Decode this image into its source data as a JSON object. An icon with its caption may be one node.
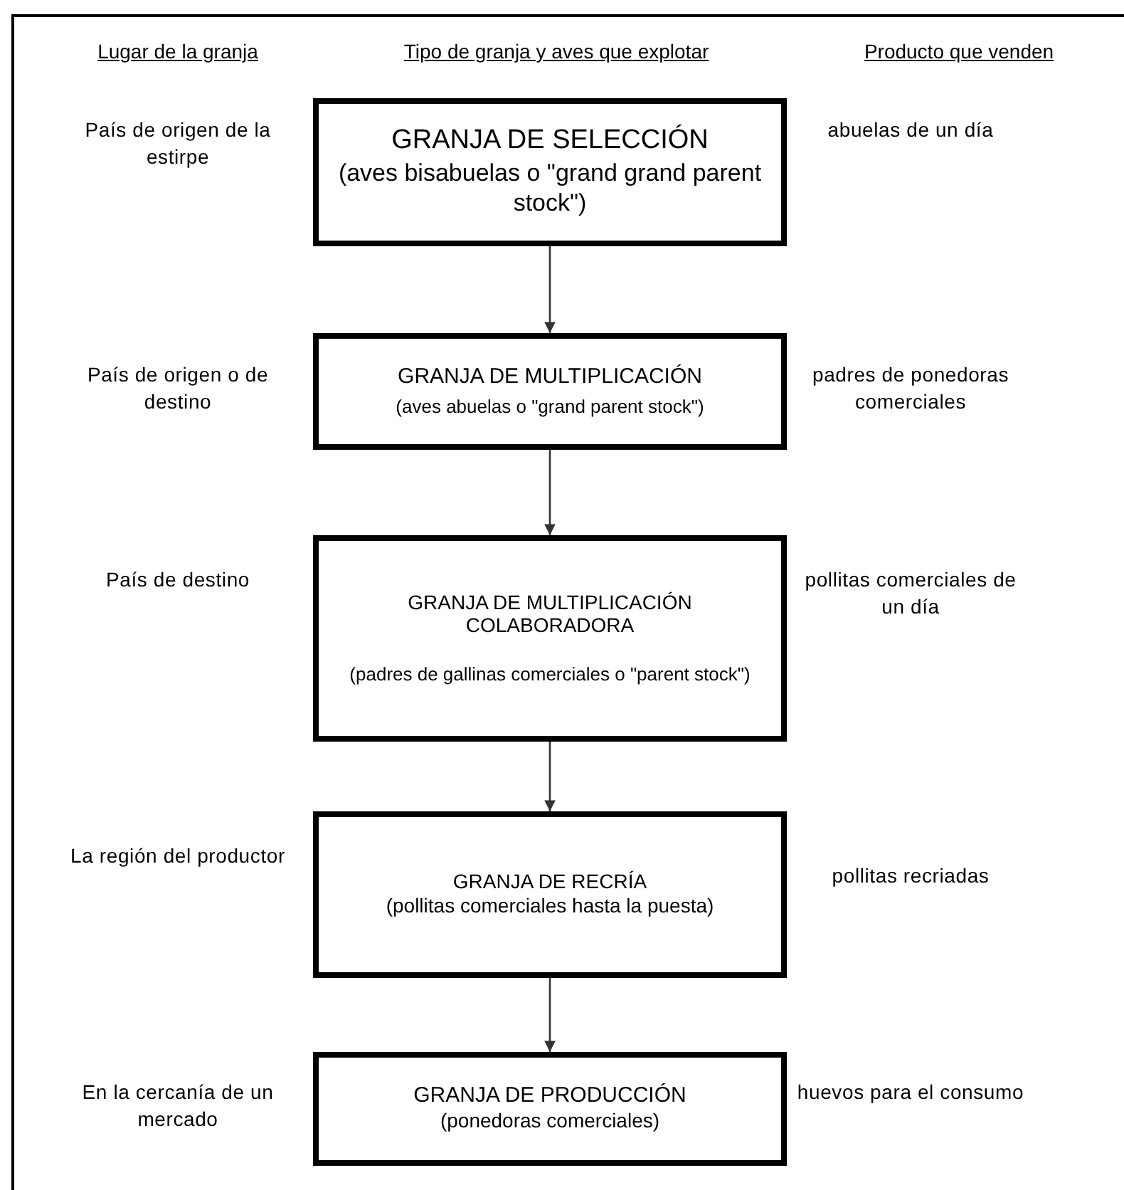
{
  "diagram": {
    "nodes": [
      {
        "text": [
          "GRANJA DE SELECCIÓN",
          "(aves bisabuelas o \"grand grand parent stock\")"
        ],
        "beside": [
          "País de origen de la estirpe",
          "abuelas de un día"
        ]
      },
      {
        "text": [
          "GRANJA DE MULTIPLICACIÓN",
          "(aves abuelas o \"grand parent stock\")"
        ],
        "beside": [
          "País de origen o de destino",
          "padres de ponedoras comerciales"
        ]
      },
      {
        "text": [
          "GRANJA DE MULTIPLICACIÓN COLABORADORA",
          "(padres de gallinas comerciales o \"parent stock\")"
        ],
        "beside": [
          "País de destino",
          "pollitas comerciales de un día"
        ]
      },
      {
        "text": [
          "GRANJA DE RECRÍA",
          "(pollitas comerciales hasta la puesta)"
        ],
        "beside": [
          "La región del productor",
          "pollitas recriadas"
        ]
      },
      {
        "text": [
          "GRANJA DE PRODUCCIÓN",
          "(ponedoras comerciales)"
        ],
        "beside": [
          "En la cercanía de un mercado",
          "huevos para el consumo"
        ]
      }
    ],
    "edges": [
      {
        "from": 0,
        "to": 1,
        "arrow": "to"
      },
      {
        "from": 1,
        "to": 2,
        "arrow": "to"
      },
      {
        "from": 2,
        "to": 3,
        "arrow": "to"
      },
      {
        "from": 3,
        "to": 4,
        "arrow": "to"
      }
    ],
    "labels": [
      "Lugar de la granja",
      "Tipo de granja y aves que explotar",
      "Producto que venden"
    ]
  }
}
